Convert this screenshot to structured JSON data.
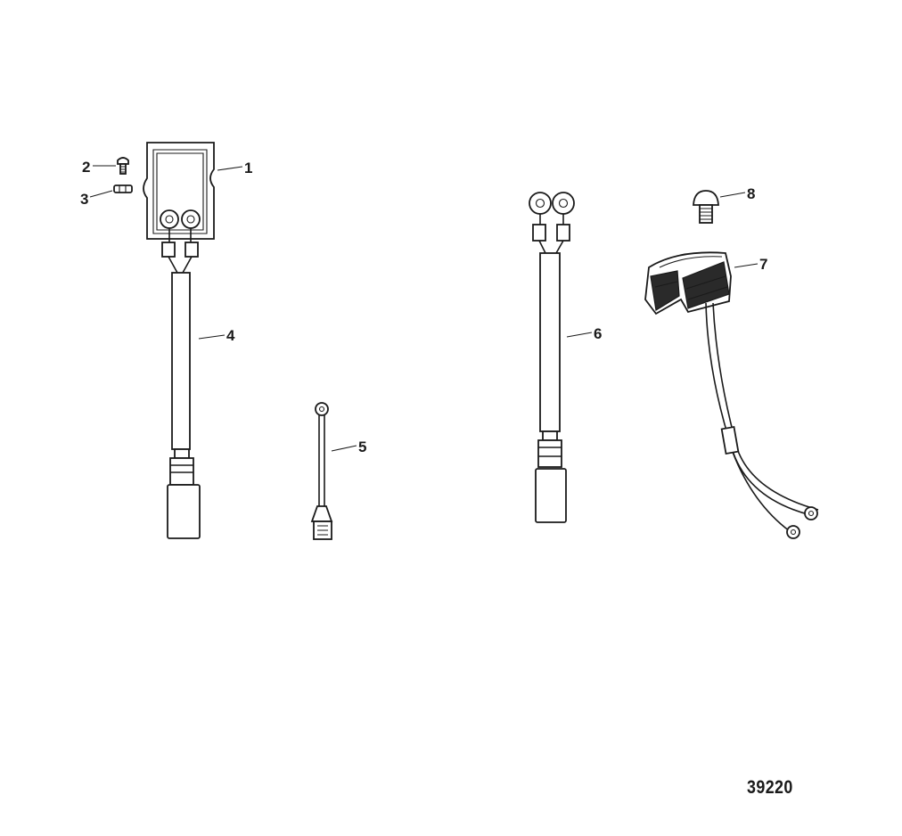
{
  "callouts": [
    {
      "id": "1",
      "label": "1"
    },
    {
      "id": "2",
      "label": "2"
    },
    {
      "id": "3",
      "label": "3"
    },
    {
      "id": "4",
      "label": "4"
    },
    {
      "id": "5",
      "label": "5"
    },
    {
      "id": "6",
      "label": "6"
    },
    {
      "id": "7",
      "label": "7"
    },
    {
      "id": "8",
      "label": "8"
    }
  ],
  "figure_number": "39220"
}
